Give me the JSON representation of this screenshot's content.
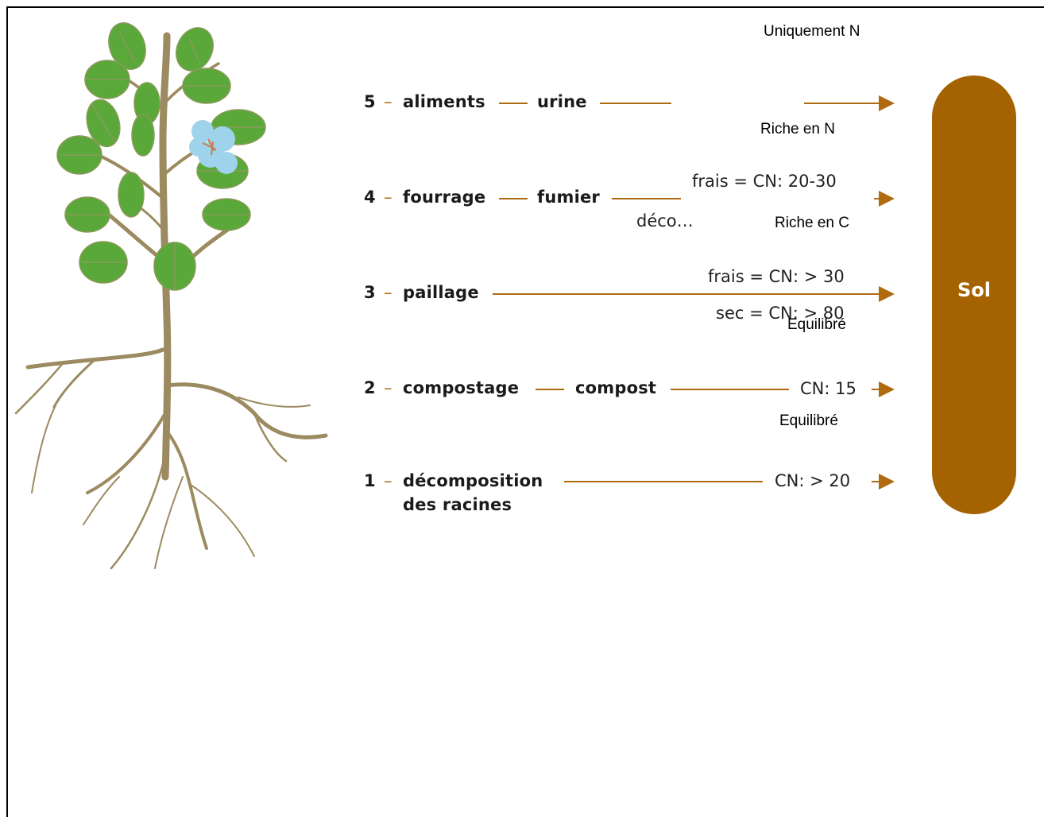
{
  "sol": {
    "label": "Sol"
  },
  "rows": {
    "r5": {
      "num": "5",
      "dash": "–",
      "a": "aliments",
      "b": "urine"
    },
    "r4": {
      "num": "4",
      "dash": "–",
      "a": "fourrage",
      "b": "fumier",
      "below_partial": "déco…",
      "ratio": "frais = CN: 20-30"
    },
    "r3": {
      "num": "3",
      "dash": "–",
      "a": "paillage",
      "ratio_fresh": "frais = CN: > 30",
      "ratio_dry": "sec = CN: > 80"
    },
    "r2": {
      "num": "2",
      "dash": "–",
      "a": "compostage",
      "b": "compost",
      "ratio": "CN: 15"
    },
    "r1": {
      "num": "1",
      "dash": "–",
      "a": "décomposition",
      "a2": "des racines",
      "ratio": "CN: > 20"
    }
  },
  "notes": {
    "uniquement_n": "Uniquement N",
    "riche_n": "Riche en N",
    "riche_c": "Riche en C",
    "equilibre_1": "Equilibré",
    "equilibre_2": "Equilibré"
  },
  "colors": {
    "arrow": "#b06a10",
    "sol": "#a56200",
    "leaf": "#5aa83a",
    "stem": "#9c8a60",
    "flower": "#9fd3ec"
  }
}
